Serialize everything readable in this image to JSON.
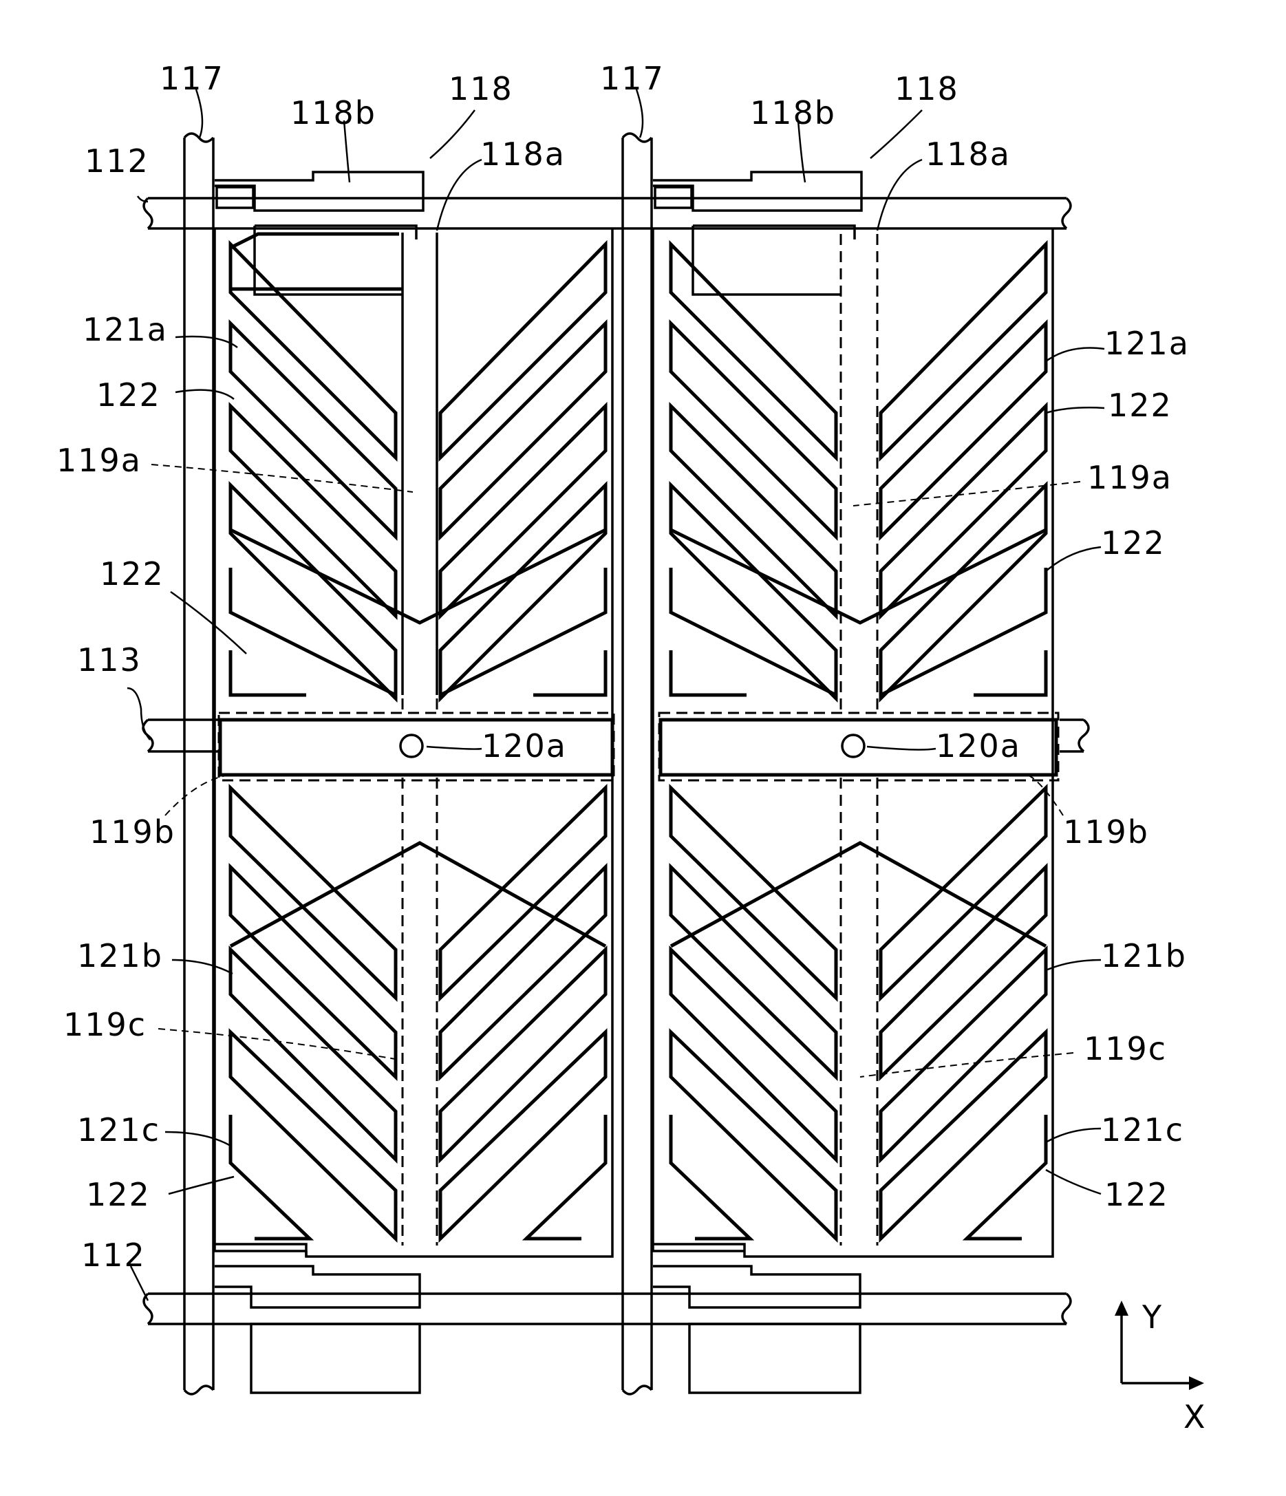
{
  "figure": {
    "labels_left": {
      "bus_117": "117",
      "drain_118b": "118b",
      "tft_118": "118",
      "contact_118a": "118a",
      "gate_112_top": "112",
      "elec_121a": "121a",
      "slit_122_a": "122",
      "cap_119a": "119a",
      "slit_122_b": "122",
      "cap_line_113": "113",
      "hole_120a": "120a",
      "cap_119b": "119b",
      "elec_121b": "121b",
      "cap_119c": "119c",
      "elec_121c": "121c",
      "slit_122_c": "122",
      "gate_112_bottom": "112"
    },
    "labels_right": {
      "bus_117": "117",
      "drain_118b": "118b",
      "tft_118": "118",
      "contact_118a": "118a",
      "elec_121a": "121a",
      "slit_122_a": "122",
      "cap_119a": "119a",
      "slit_122_b": "122",
      "hole_120a": "120a",
      "cap_119b": "119b",
      "elec_121b": "121b",
      "cap_119c": "119c",
      "elec_121c": "121c",
      "slit_122_c": "122"
    },
    "axes": {
      "y_label": "Y",
      "x_label": "X"
    }
  }
}
